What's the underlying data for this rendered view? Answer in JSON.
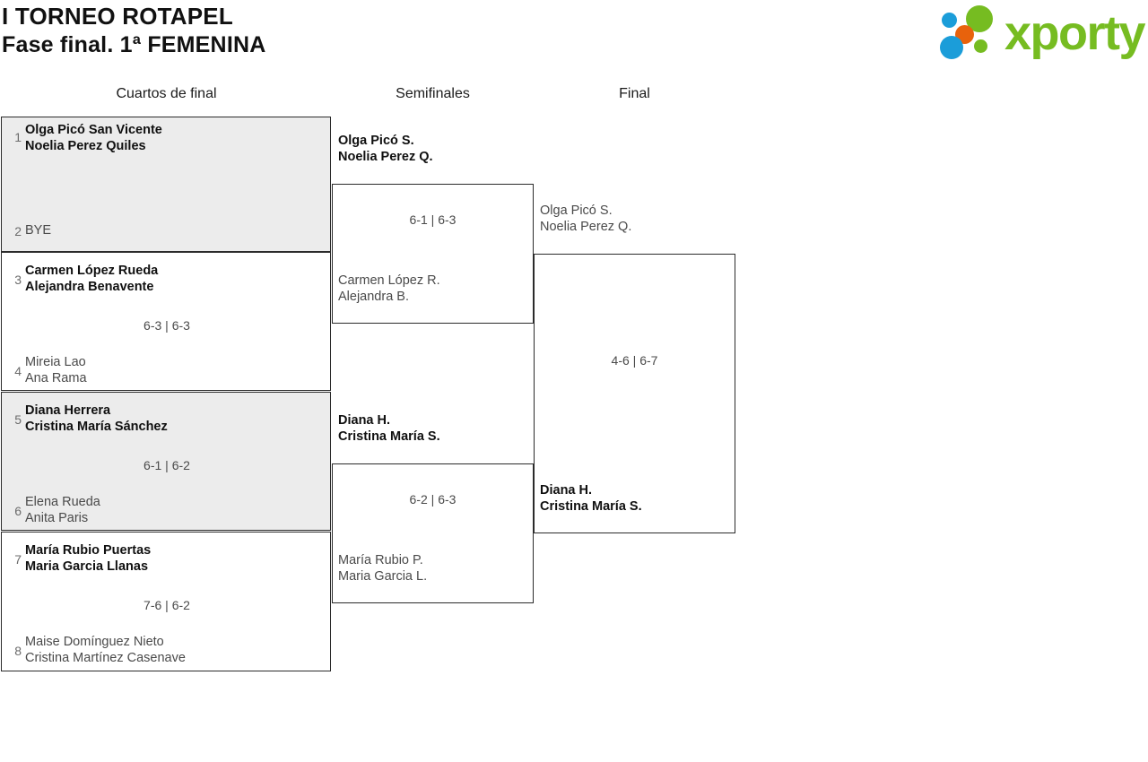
{
  "header": {
    "title_line1": "I TORNEO ROTAPEL",
    "title_line2": "Fase final. 1ª FEMENINA",
    "logo_text": "xporty",
    "logo_colors": {
      "green": "#76bc21",
      "blue": "#1b9dd9",
      "orange": "#e8620c"
    }
  },
  "rounds": [
    {
      "label": "Cuartos de final"
    },
    {
      "label": "Semifinales"
    },
    {
      "label": "Final"
    }
  ],
  "quarterfinals": [
    {
      "shaded": true,
      "top_seed": "1",
      "top_team_line1": "Olga Picó San Vicente",
      "top_team_line2": "Noelia Perez Quiles",
      "top_result": "winner",
      "score": "",
      "bottom_seed": "2",
      "bottom_team_line1": "BYE",
      "bottom_team_line2": "",
      "bottom_result": "loser"
    },
    {
      "shaded": false,
      "top_seed": "3",
      "top_team_line1": "Carmen López Rueda",
      "top_team_line2": "Alejandra Benavente",
      "top_result": "winner",
      "score": "6-3 | 6-3",
      "bottom_seed": "4",
      "bottom_team_line1": "Mireia Lao",
      "bottom_team_line2": "Ana Rama",
      "bottom_result": "loser"
    },
    {
      "shaded": true,
      "top_seed": "5",
      "top_team_line1": "Diana Herrera",
      "top_team_line2": "Cristina María Sánchez",
      "top_result": "winner",
      "score": "6-1 | 6-2",
      "bottom_seed": "6",
      "bottom_team_line1": "Elena Rueda",
      "bottom_team_line2": "Anita Paris",
      "bottom_result": "loser"
    },
    {
      "shaded": false,
      "top_seed": "7",
      "top_team_line1": "María Rubio Puertas",
      "top_team_line2": "Maria Garcia Llanas",
      "top_result": "winner",
      "score": "7-6 | 6-2",
      "bottom_seed": "8",
      "bottom_team_line1": "Maise Domínguez Nieto",
      "bottom_team_line2": "Cristina Martínez Casenave",
      "bottom_result": "loser"
    }
  ],
  "semifinals": [
    {
      "top_team_line1": "Olga Picó S.",
      "top_team_line2": "Noelia Perez Q.",
      "top_result": "winner",
      "score": "6-1 | 6-3",
      "bottom_team_line1": "Carmen López R.",
      "bottom_team_line2": "Alejandra B.",
      "bottom_result": "loser"
    },
    {
      "top_team_line1": "Diana H.",
      "top_team_line2": "Cristina María S.",
      "top_result": "winner",
      "score": "6-2 | 6-3",
      "bottom_team_line1": "María Rubio P.",
      "bottom_team_line2": "Maria Garcia L.",
      "bottom_result": "loser"
    }
  ],
  "final": {
    "top_team_line1": "Olga Picó S.",
    "top_team_line2": "Noelia Perez Q.",
    "top_result": "loser",
    "score": "4-6 | 6-7",
    "bottom_team_line1": "Diana H.",
    "bottom_team_line2": "Cristina María S.",
    "bottom_result": "winner"
  }
}
